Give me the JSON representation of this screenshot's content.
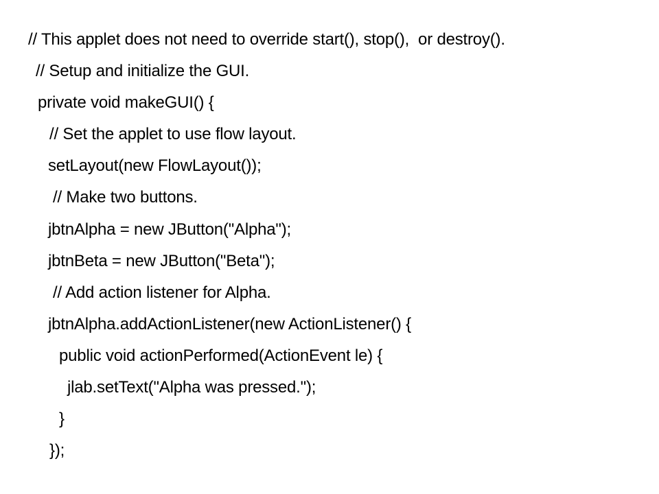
{
  "code": {
    "lines": [
      "// This applet does not need to override start(), stop(),  or destroy().",
      "// Setup and initialize the GUI.",
      "private void makeGUI() {",
      "// Set the applet to use flow layout.",
      "setLayout(new FlowLayout());",
      "// Make two buttons.",
      "jbtnAlpha = new JButton(\"Alpha\");",
      "jbtnBeta = new JButton(\"Beta\");",
      "// Add action listener for Alpha.",
      "jbtnAlpha.addActionListener(new ActionListener() {",
      "public void actionPerformed(ActionEvent le) {",
      "jlab.setText(\"Alpha was pressed.\");",
      "}",
      "});"
    ]
  }
}
